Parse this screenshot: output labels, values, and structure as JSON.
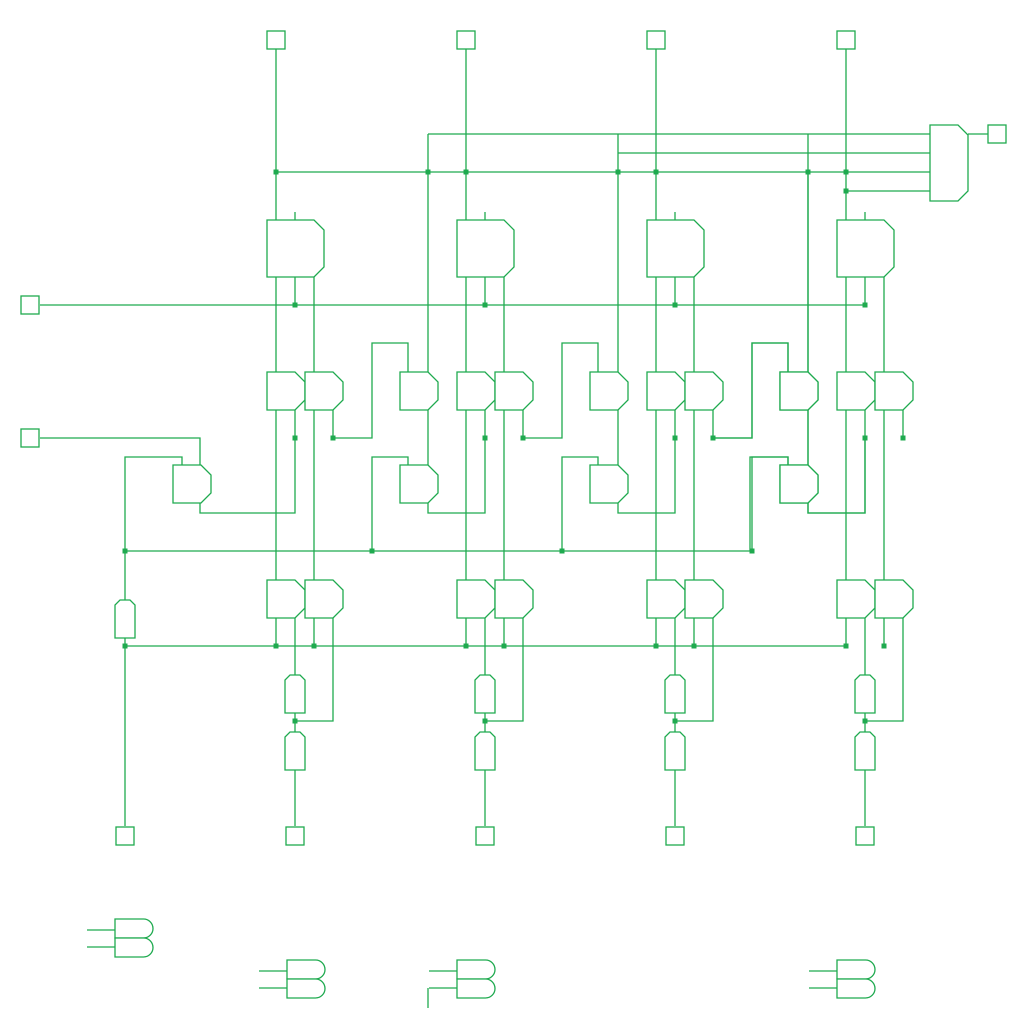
{
  "diagram": {
    "kind": "logic-schematic",
    "stroke_color": "#1faa4f",
    "background_color": "#ffffff",
    "columns": 4,
    "top_inputs": 4,
    "bottom_outputs": 5,
    "left_inputs": 2,
    "right_outputs": 1
  }
}
